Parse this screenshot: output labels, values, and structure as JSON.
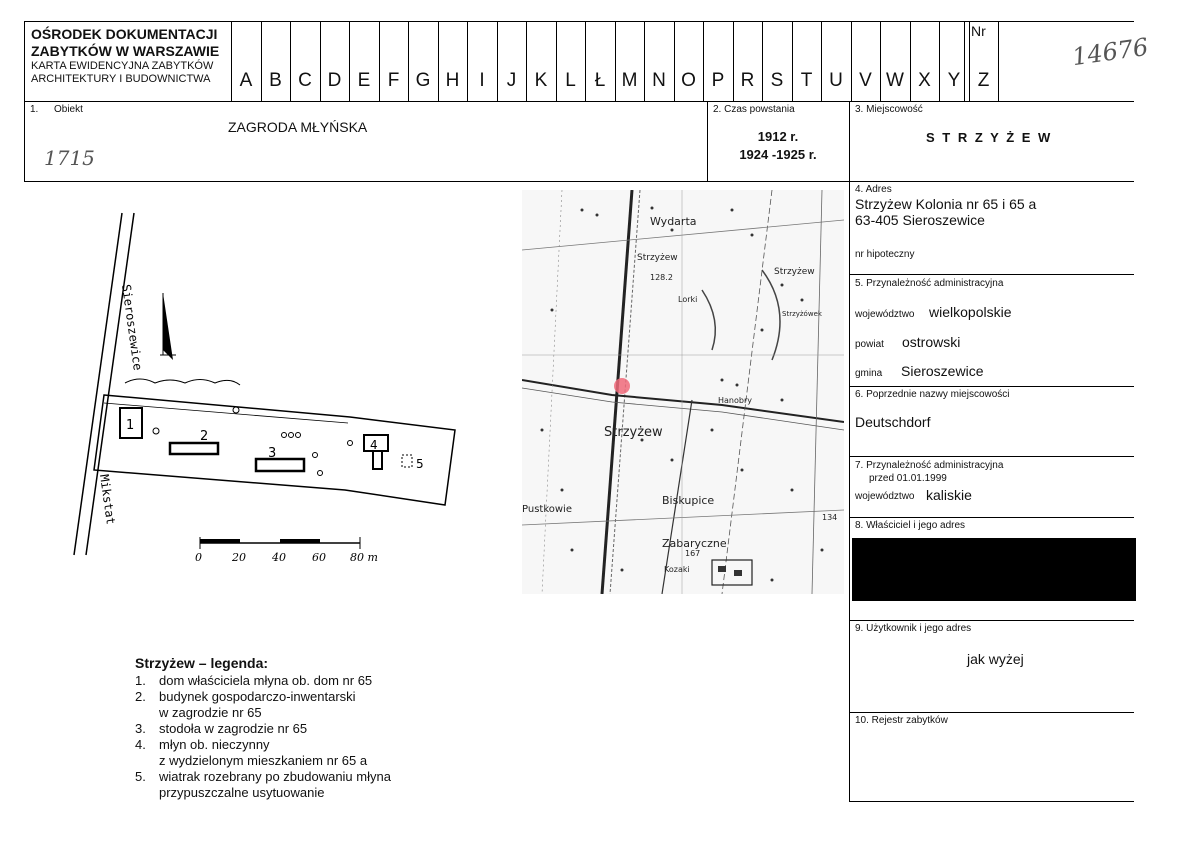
{
  "header": {
    "org_line1": "OŚRODEK DOKUMENTACJI",
    "org_line2": "ZABYTKÓW W WARSZAWIE",
    "org_line3": "KARTA EWIDENCYJNA ZABYTKÓW",
    "org_line4": "ARCHITEKTURY I BUDOWNICTWA",
    "letters": [
      "A",
      "B",
      "C",
      "D",
      "E",
      "F",
      "G",
      "H",
      "I",
      "J",
      "K",
      "L",
      "Ł",
      "M",
      "N",
      "O",
      "P",
      "R",
      "S",
      "T",
      "U",
      "V",
      "W",
      "X",
      "Y",
      "Z"
    ],
    "nr_label": "Nr",
    "nr_handwritten": "14676"
  },
  "obiekt": {
    "label_num": "1.",
    "label": "Obiekt",
    "value": "ZAGRODA  MŁYŃSKA",
    "handwritten": "1715"
  },
  "czas": {
    "label": "2. Czas powstania",
    "line1": "1912 r.",
    "line2": "1924 -1925 r."
  },
  "miejscowosc": {
    "label": "3. Miejscowość",
    "value": "S T R Z Y Ż E W"
  },
  "adres": {
    "label": "4. Adres",
    "line1": "Strzyżew Kolonia nr 65 i 65 a",
    "line2": "63-405  Sieroszewice",
    "hipoteczny_label": "nr hipoteczny"
  },
  "przynaleznosc": {
    "label": "5. Przynależność administracyjna",
    "woj_label": "województwo",
    "woj_value": "wielkopolskie",
    "powiat_label": "powiat",
    "powiat_value": "ostrowski",
    "gmina_label": "gmina",
    "gmina_value": "Sieroszewice"
  },
  "poprzednie": {
    "label": "6. Poprzednie nazwy miejscowości",
    "value": "Deutschdorf"
  },
  "przynaleznosc_przed": {
    "label": "7. Przynależność administracyjna",
    "sublabel": "przed 01.01.1999",
    "woj_label": "województwo",
    "woj_value": "kaliskie"
  },
  "wlasciciel": {
    "label": "8. Właściciel i jego adres"
  },
  "uzytkownik": {
    "label": "9. Użytkownik i jego adres",
    "value": "jak wyżej"
  },
  "rejestr": {
    "label": "10. Rejestr zabytków"
  },
  "plan": {
    "road_left": "Sieroszewice",
    "road_bottom": "Mikstat",
    "building_numbers": [
      "1",
      "2",
      "3",
      "4",
      "5"
    ],
    "scale_labels": [
      "0",
      "20",
      "40",
      "60",
      "80 m"
    ]
  },
  "map": {
    "labels": [
      "Wydarta",
      "Strzyżew",
      "128.2",
      "Strzyżew",
      "Lorki",
      "Strzyżówek",
      "Hanobry",
      "Strzyżew",
      "Biskupice",
      "Pustkowie",
      "Zabaryczne",
      "Kozaki",
      "134",
      "167"
    ]
  },
  "legend": {
    "title": "Strzyżew – legenda:",
    "items": [
      {
        "num": "1.",
        "lines": [
          "dom właściciela młyna ob. dom nr 65"
        ]
      },
      {
        "num": "2.",
        "lines": [
          "budynek gospodarczo-inwentarski",
          "w zagrodzie nr 65"
        ]
      },
      {
        "num": "3.",
        "lines": [
          "stodoła w zagrodzie nr 65"
        ]
      },
      {
        "num": "4.",
        "lines": [
          "młyn ob. nieczynny",
          "z wydzielonym mieszkaniem nr 65 a"
        ]
      },
      {
        "num": "5.",
        "lines": [
          "wiatrak rozebrany po zbudowaniu młyna",
          "przypuszczalne usytuowanie"
        ]
      }
    ]
  },
  "colors": {
    "ink": "#111111",
    "redaction": "#000000",
    "map_mark": "#f06a7a"
  }
}
